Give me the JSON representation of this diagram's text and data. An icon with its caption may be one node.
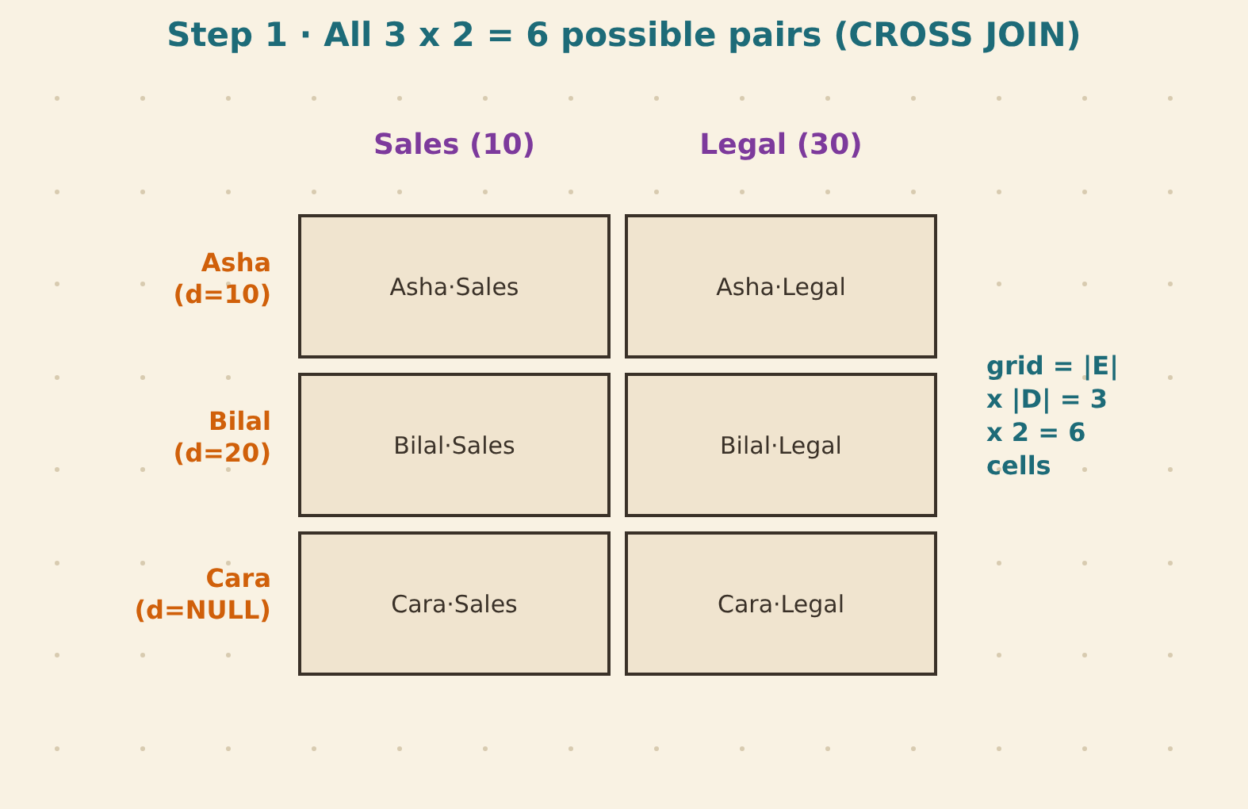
{
  "diagram": {
    "title": "Step 1 · All 3 x 2 = 6 possible pairs (CROSS JOIN)",
    "nodes": [
      {
        "text": [
          "Asha·Sales"
        ]
      },
      {
        "text": [
          "Asha·Legal"
        ]
      },
      {
        "text": [
          "Bilal·Sales"
        ]
      },
      {
        "text": [
          "Bilal·Legal"
        ]
      },
      {
        "text": [
          "Cara·Sales"
        ]
      },
      {
        "text": [
          "Cara·Legal"
        ]
      }
    ],
    "labels": [
      "Sales (10)",
      "Legal (30)",
      "Asha (d=10)",
      "Bilal (d=20)",
      "Cara (d=NULL)",
      "grid = |E| x |D| = 3 x 2 = 6 cells"
    ]
  }
}
